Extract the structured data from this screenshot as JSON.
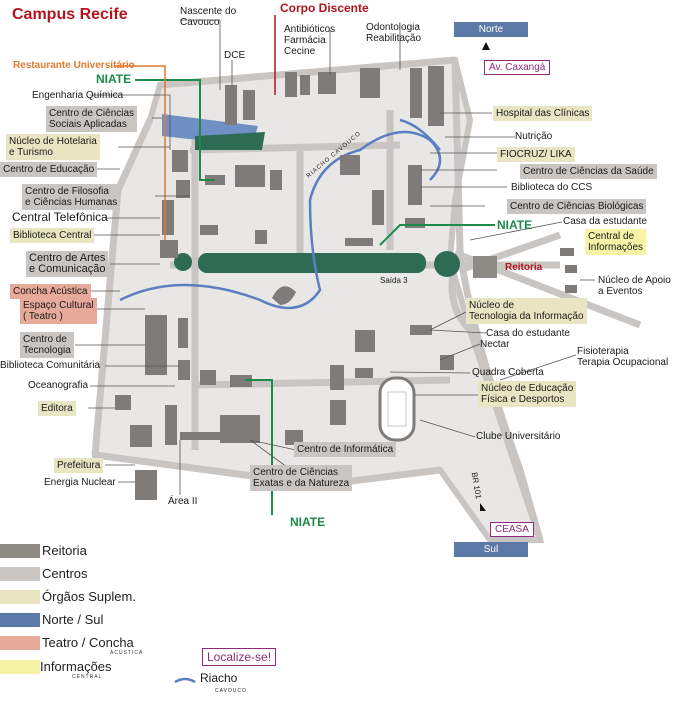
{
  "title": "Campus Recife",
  "north": "Norte",
  "south": "Sul",
  "av_caxanga": "Av. Caxangá",
  "ceasa": "CEASA",
  "br": "BR 101",
  "saida": "Saída 3",
  "riacho_map": "RIACHO CAVOUCO",
  "niate": [
    "NIATE",
    "NIATE",
    "NIATE"
  ],
  "labels": {
    "nascente": "Nascente do\nCavouco",
    "corpo_discente": "Corpo Discente",
    "antibioticos": "Antibióticos\nFarmácia\nCecine",
    "odontologia": "Odontologia\nReabilitação",
    "dce": "DCE",
    "restaurante": "Restaurante Universitário",
    "eng_quimica": "Engenharia Química",
    "ccsa": "Centro de Ciências\nSociais Aplicadas",
    "hotelaria": "Núcleo de Hotelaria\ne Turismo",
    "educacao": "Centro de Educação",
    "cfch": "Centro de Filosofia\ne Ciências Humanas",
    "telefonica": "Central Telefônica",
    "biblioteca_central": "Biblioteca Central",
    "artes": "Centro de Artes\ne Comunicação",
    "concha": "Concha Acústica",
    "espaco": "Espaço Cultural\n( Teatro )",
    "tecnologia": "Centro de\nTecnologia",
    "bib_comunitaria": "Biblioteca Comunitária",
    "oceanografia": "Oceanografia",
    "editora": "Editora",
    "prefeitura": "Prefeitura",
    "energia": "Energia Nuclear",
    "area2": "Área II",
    "hospital": "Hospital das Clínicas",
    "nutricao": "Nutrição",
    "fiocruz": "FIOCRUZ/ LIKA",
    "ccs": "Centro de Ciências da Saúde",
    "bib_ccs": "Biblioteca do CCS",
    "ccb": "Centro de Ciências Biológicas",
    "casa_estudante1": "Casa da estudante",
    "central_info": "Central de\nInformações",
    "reitoria": "Reitoria",
    "apoio_eventos": "Núcleo de Apoio\na Eventos",
    "nti": "Núcleo de\nTecnologia da Informação",
    "casa_estudante2": "Casa do estudante",
    "nectar": "Nectar",
    "fisioterapia": "Fisioterapia\nTerapia Ocupacional",
    "quadra": "Quadra Coberta",
    "educacao_fisica": "Núcleo de Educação\nFísica e Desportos",
    "clube": "Clube Universitário",
    "informatica": "Centro de Informática",
    "ccen": "Centro de Ciências\nExatas e da Natureza"
  },
  "legend": [
    {
      "label": "Reitoria",
      "color": "#8e8a86"
    },
    {
      "label": "Centros",
      "color": "#c9c5c2"
    },
    {
      "label": "Órgãos Suplem.",
      "color": "#e9e4c2"
    },
    {
      "label": "Norte / Sul",
      "color": "#5b78a6"
    },
    {
      "label": "Teatro / Concha",
      "sub": "ACÚSTICA",
      "color": "#e6a99a"
    },
    {
      "label": "Informações",
      "sub": "CENTRAL",
      "color": "#f6f2a6"
    }
  ],
  "localize": "Localize-se!",
  "riacho_legend": "Riacho",
  "riacho_legend_sub": "CAVOUCO",
  "colors": {
    "road": "#c9c5c2",
    "building": "#7e7b78",
    "green": "#2e6b55",
    "water": "#5b7fc0",
    "niate": "#1d8a4a",
    "title": "#b1141c"
  }
}
